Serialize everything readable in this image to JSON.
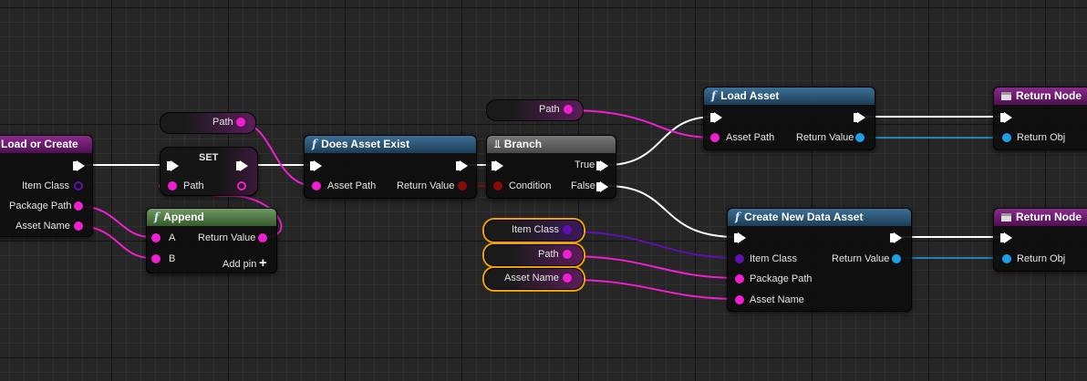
{
  "nodes": {
    "load_or_create": {
      "title": "Load or Create",
      "pins": [
        "Item Class",
        "Package Path",
        "Asset Name"
      ]
    },
    "path_var1": {
      "label": "Path"
    },
    "set": {
      "title": "SET",
      "pin": "Path"
    },
    "append": {
      "title": "Append",
      "pins": [
        "A",
        "B"
      ],
      "return": "Return Value",
      "add_pin": "Add pin"
    },
    "does_asset_exist": {
      "title": "Does Asset Exist",
      "pin": "Asset Path",
      "return": "Return Value"
    },
    "path_var2": {
      "label": "Path"
    },
    "branch": {
      "title": "Branch",
      "condition": "Condition",
      "true": "True",
      "false": "False"
    },
    "load_asset": {
      "title": "Load Asset",
      "pin": "Asset Path",
      "return": "Return Value"
    },
    "return_node_1": {
      "title": "Return Node",
      "pin": "Return Obj"
    },
    "item_class_var": {
      "label": "Item Class"
    },
    "path_var3": {
      "label": "Path"
    },
    "asset_name_var": {
      "label": "Asset Name"
    },
    "create_new_data_asset": {
      "title": "Create New Data Asset",
      "pins": [
        "Item Class",
        "Package Path",
        "Asset Name"
      ],
      "return": "Return Value"
    },
    "return_node_2": {
      "title": "Return Node",
      "pin": "Return Obj"
    }
  },
  "icons": {
    "function": "function-icon",
    "branch": "branch-icon",
    "return": "return-node-icon",
    "add": "plus-icon"
  },
  "colors": {
    "exec": "#ffffff",
    "string": "#f01fcf",
    "class": "#6010b0",
    "bool": "#8a0b0b",
    "object": "#1ba0e8",
    "selection": "#f0a000"
  }
}
